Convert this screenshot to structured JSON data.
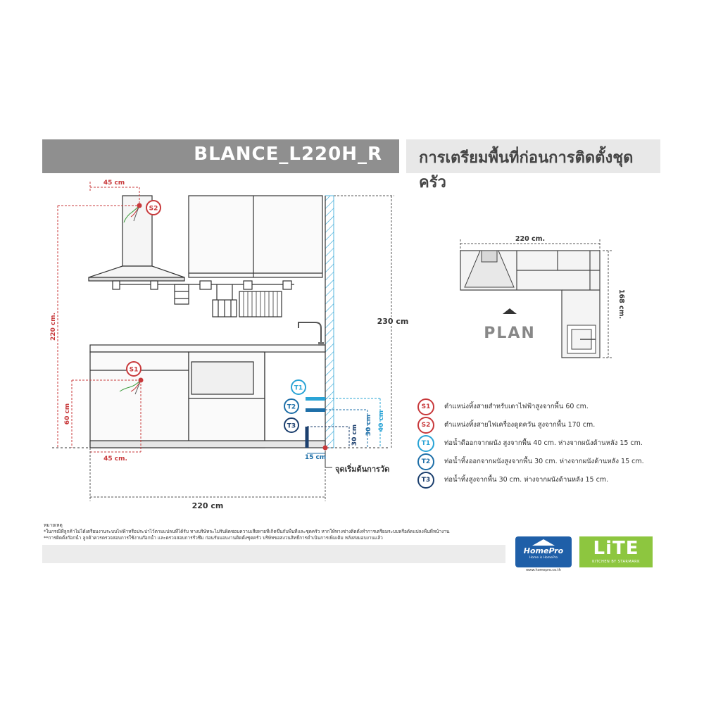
{
  "header": {
    "model_name": "BLANCE_L220H_R",
    "section_title": "การเตรียมพื้นที่ก่อนการติดตั้งชุดครัว"
  },
  "colors": {
    "header_dark": "#8f8f8f",
    "header_light": "#e8e8e8",
    "electric_red": "#c8393b",
    "water_light_blue": "#2aa4d6",
    "water_mid_blue": "#1e6fa8",
    "water_dark_blue": "#1b3f6e",
    "homepro_blue": "#1f5fa8",
    "lite_green": "#8dc63f"
  },
  "elevation": {
    "dim_hood_offset": "45 cm",
    "dim_total_height_left": "220 cm.",
    "dim_socket_height": "60 cm",
    "dim_socket_offset": "45 cm.",
    "dim_total_height_right": "230 cm",
    "dim_total_width": "220 cm",
    "dim_t1_height": "40 cm",
    "dim_t2_height": "30 cm",
    "dim_t3_height": "30 cm",
    "dim_wall_offset": "15 cm",
    "measure_origin_label": "จุดเริ่มต้นการวัด",
    "badges": {
      "s1": "S1",
      "s2": "S2",
      "t1": "T1",
      "t2": "T2",
      "t3": "T3"
    }
  },
  "plan": {
    "dim_width": "220 cm.",
    "dim_depth": "168 cm.",
    "label": "PLAN"
  },
  "legend": [
    {
      "code": "S1",
      "color": "#c8393b",
      "text": "ตำแหน่งทิ้งสายสำหรับเตาไฟฟ้าสูงจากพื้น 60 cm."
    },
    {
      "code": "S2",
      "color": "#c8393b",
      "text": "ตำแหน่งทิ้งสายไฟเครื่องดูดควัน สูงจากพื้น 170 cm."
    },
    {
      "code": "T1",
      "color": "#2aa4d6",
      "text": "ท่อน้ำดีออกจากผนัง สูงจากพื้น 40 cm. ห่างจากผนังด้านหลัง 15 cm."
    },
    {
      "code": "T2",
      "color": "#1e6fa8",
      "text": "ท่อน้ำทิ้งออกจากผนังสูงจากพื้น 30 cm. ห่างจากผนังด้านหลัง 15 cm."
    },
    {
      "code": "T3",
      "color": "#1b3f6e",
      "text": "ท่อน้ำทิ้งสูงจากพื้น 30 cm. ห่างจากผนังด้านหลัง 15 cm."
    }
  ],
  "notes": {
    "heading": "หมายเหตุ",
    "line1": "*ในกรณีที่ลูกค้าไม่ได้เตรียมงานระบบไฟฟ้าหรือประปาไว้ตามแปลนที่ได้รับ ทางบริษัทจะไม่รับผิดชอบความเสียหายที่เกิดขึ้นกับพื้นที่และชุดครัว หากให้ทางช่างติดตั้งทำการเตรียมระบบหรือดัดแปลงพื้นที่หน้างาน",
    "line2": "**การติดตั้งก๊อกน้ำ ลูกค้าควรตรวจสอบการใช้งานก๊อกน้ำ และตรวจสอบการรั่วซึม ก่อนรับมอบงานติดตั้งชุดครัว บริษัทขอสงวนสิทธิ์การดำเนินการเพิ่มเติม หลังส่งมอบงานแล้ว"
  },
  "logos": {
    "homepro_name": "HomePro",
    "homepro_tagline": "Home is HomePro",
    "homepro_url": "www.homepro.co.th",
    "lite_name": "LiTE",
    "lite_tagline": "KITCHEN BY STARMARK"
  }
}
